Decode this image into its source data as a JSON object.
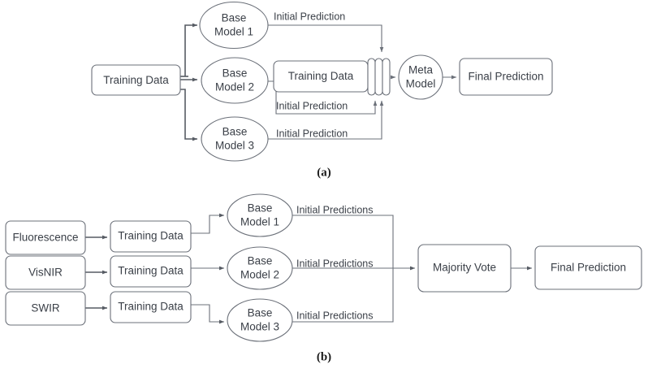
{
  "figure": {
    "panels": [
      {
        "id": "a",
        "caption": "(a)",
        "nodes": {
          "input_training_data": "Training Data",
          "base_model_1": "Base\nModel 1",
          "base_model_2": "Base\nModel 2",
          "base_model_3": "Base\nModel 3",
          "stacked_training_data": "Training Data",
          "meta_model": "Meta\nModel",
          "final_prediction": "Final Prediction"
        },
        "node_lines": {
          "base_model_1": [
            "Base",
            "Model 1"
          ],
          "base_model_2": [
            "Base",
            "Model 2"
          ],
          "base_model_3": [
            "Base",
            "Model 3"
          ],
          "meta_model": [
            "Meta",
            "Model"
          ]
        },
        "edge_labels": {
          "prediction_1": "Initial Prediction",
          "prediction_2": "Initial Prediction",
          "prediction_3": "Initial Prediction"
        }
      },
      {
        "id": "b",
        "caption": "(b)",
        "nodes": {
          "source_1": "Fluorescence",
          "source_2": "VisNIR",
          "source_3": "SWIR",
          "training_data_1": "Training Data",
          "training_data_2": "Training Data",
          "training_data_3": "Training Data",
          "base_model_1": "Base\nModel 1",
          "base_model_2": "Base\nModel 2",
          "base_model_3": "Base\nModel 3",
          "majority_vote": "Majority Vote",
          "final_prediction": "Final Prediction"
        },
        "node_lines": {
          "base_model_1": [
            "Base",
            "Model 1"
          ],
          "base_model_2": [
            "Base",
            "Model 2"
          ],
          "base_model_3": [
            "Base",
            "Model 3"
          ]
        },
        "edge_labels": {
          "predictions_1": "Initial Predictions",
          "predictions_2": "Initial Predictions",
          "predictions_3": "Initial Predictions"
        }
      }
    ]
  },
  "colors": {
    "stroke": "#6b7079",
    "stroke_dark": "#565b63",
    "text": "#3b4048",
    "background": "#ffffff",
    "caption": "#1b1b1b"
  }
}
